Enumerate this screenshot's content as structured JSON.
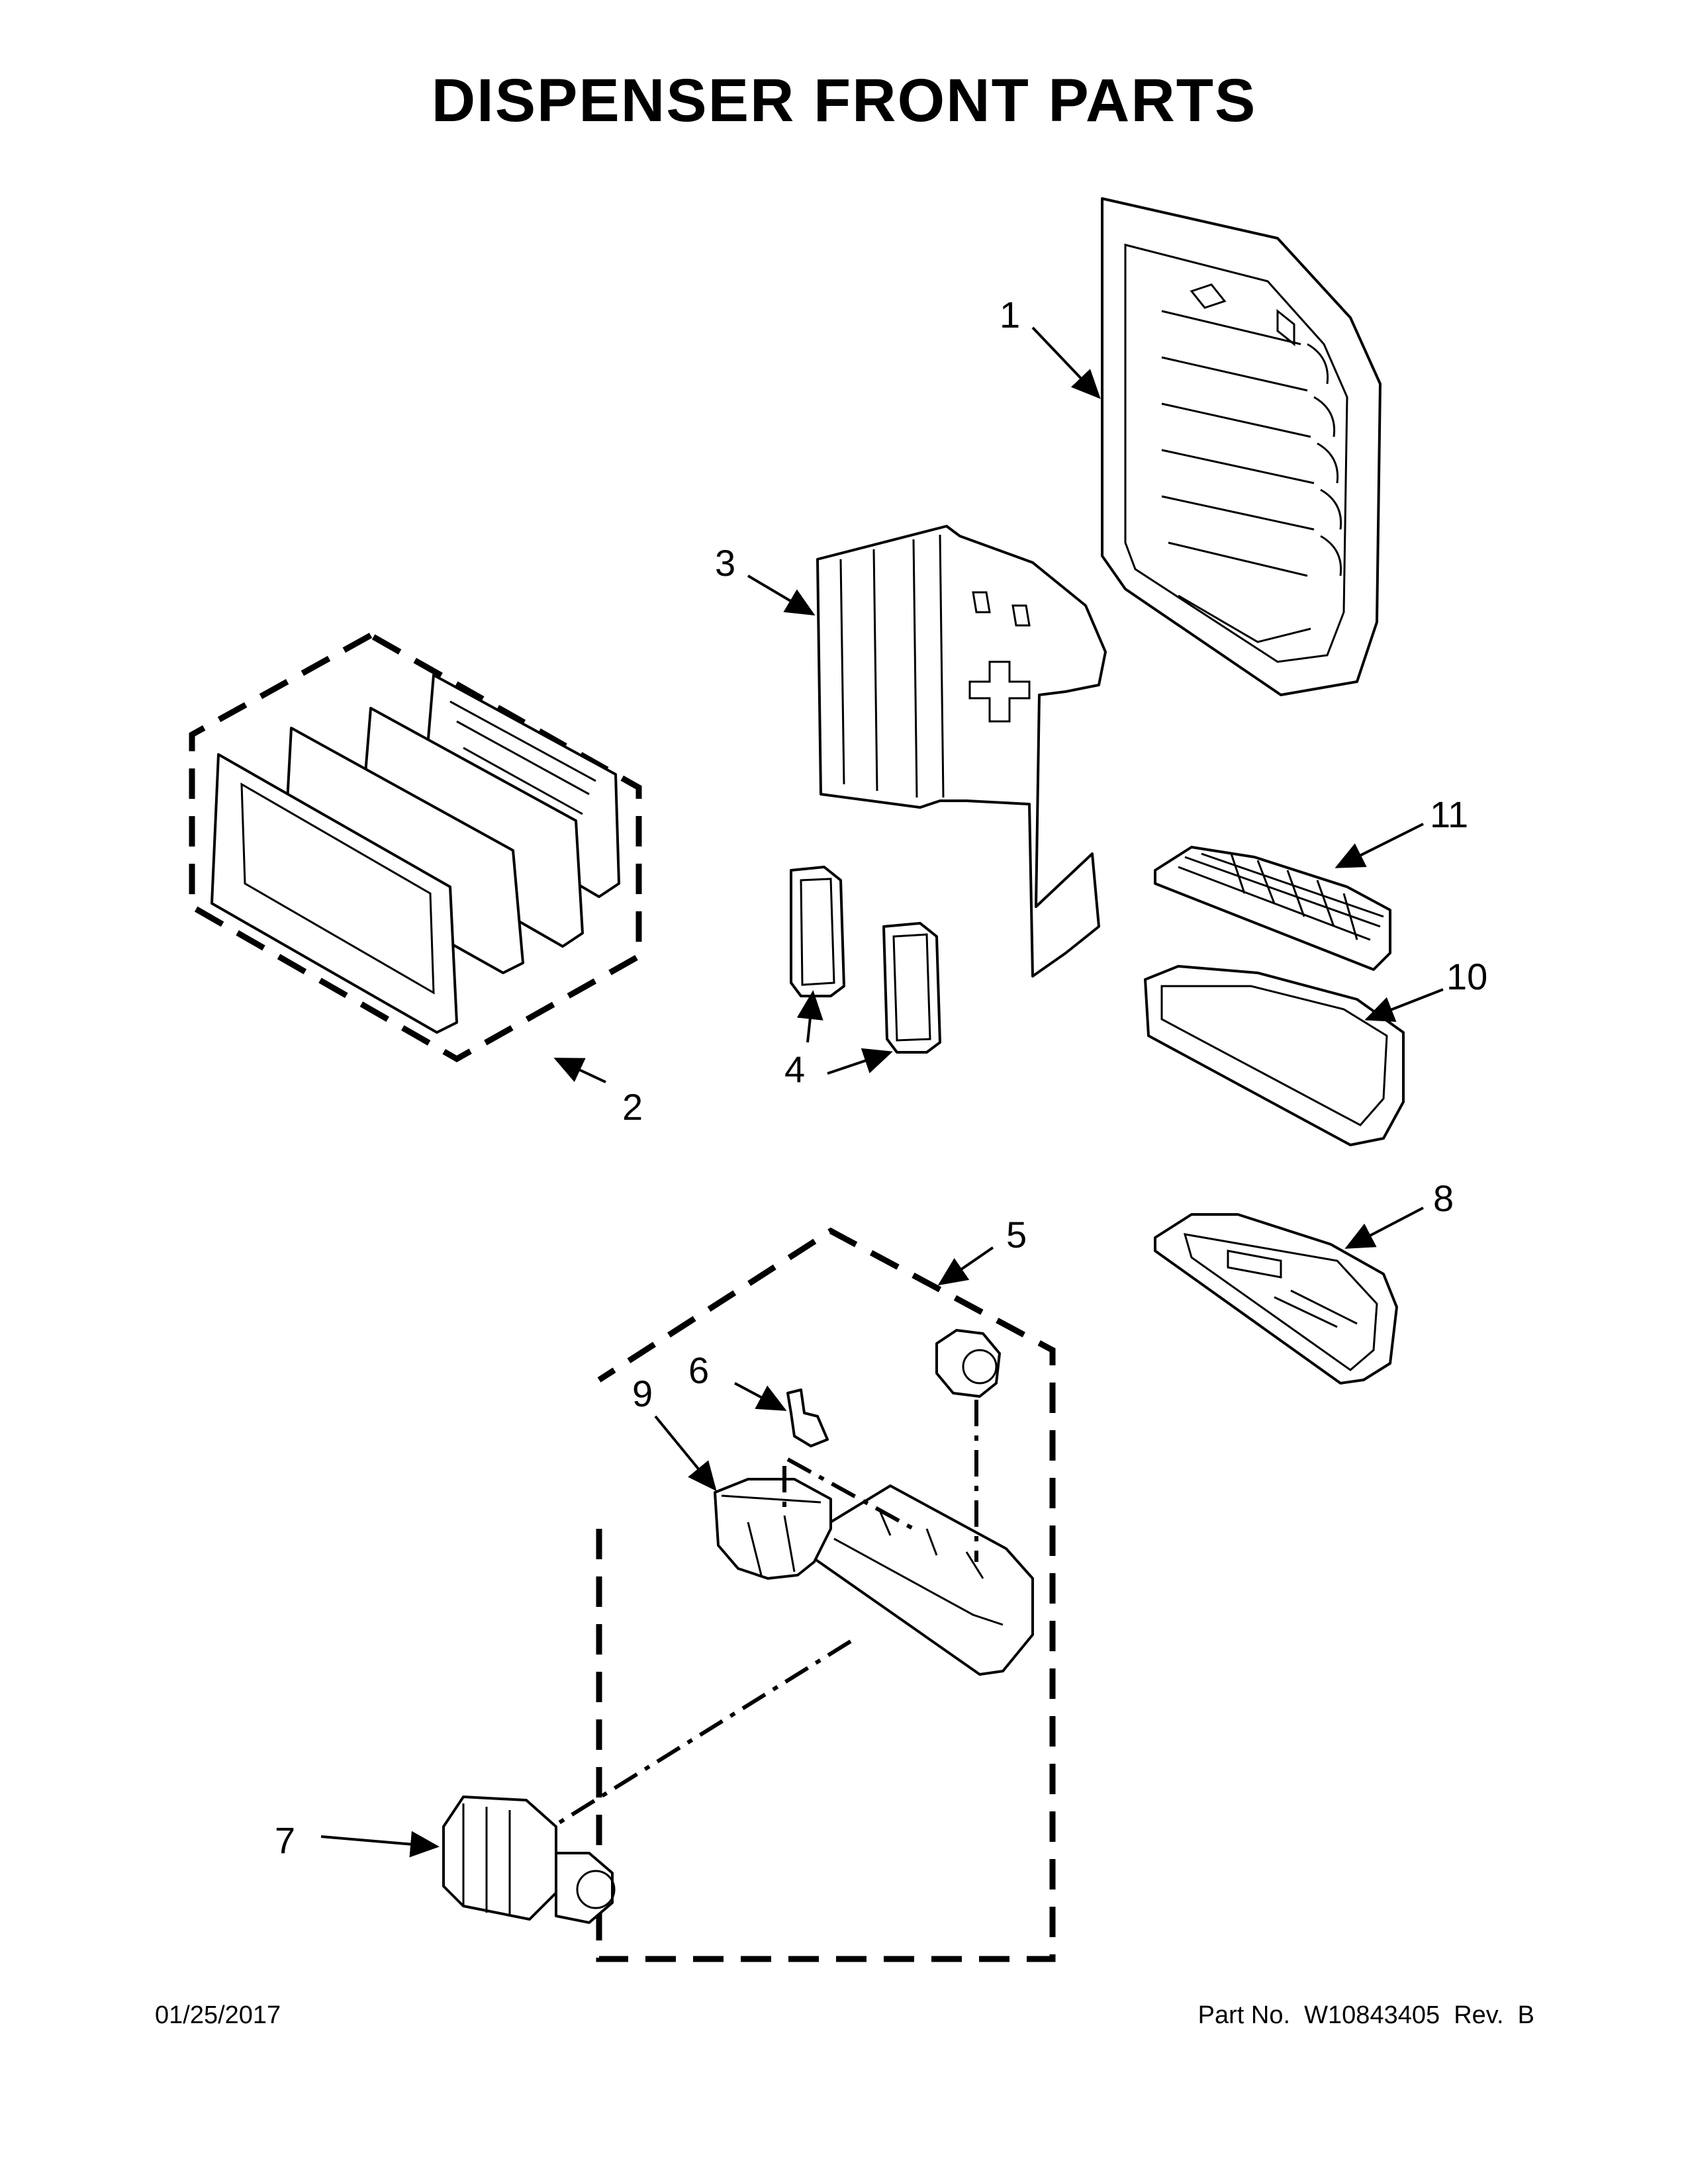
{
  "title": "DISPENSER FRONT PARTS",
  "callouts": [
    "1",
    "2",
    "3",
    "4",
    "5",
    "6",
    "7",
    "8",
    "9",
    "10",
    "11"
  ],
  "footer": {
    "date": "01/25/2017",
    "part_no": "Part No.  W10843405  Rev.  B"
  }
}
